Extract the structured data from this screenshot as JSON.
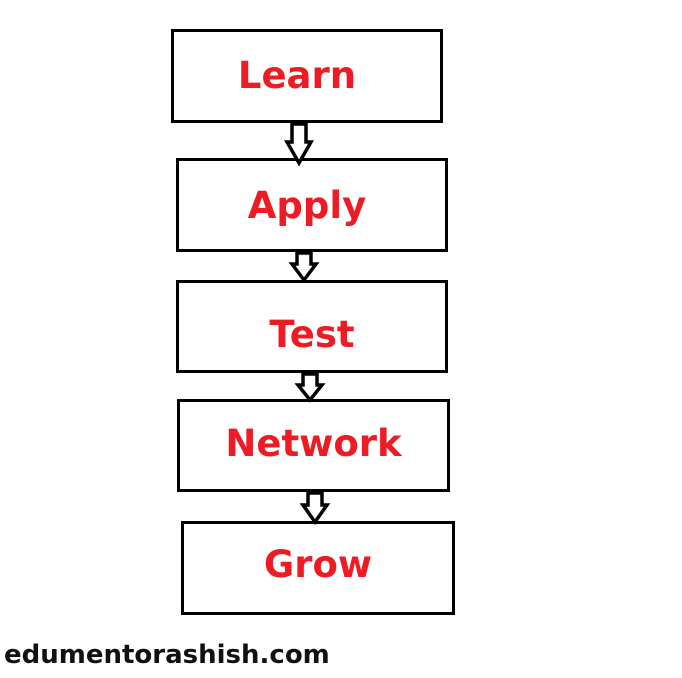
{
  "steps": [
    "Learn",
    "Apply",
    "Test",
    "Network",
    "Grow"
  ],
  "footer": "edumentorashish.com",
  "colors": {
    "text": "#ed1c24",
    "border": "#000000"
  }
}
